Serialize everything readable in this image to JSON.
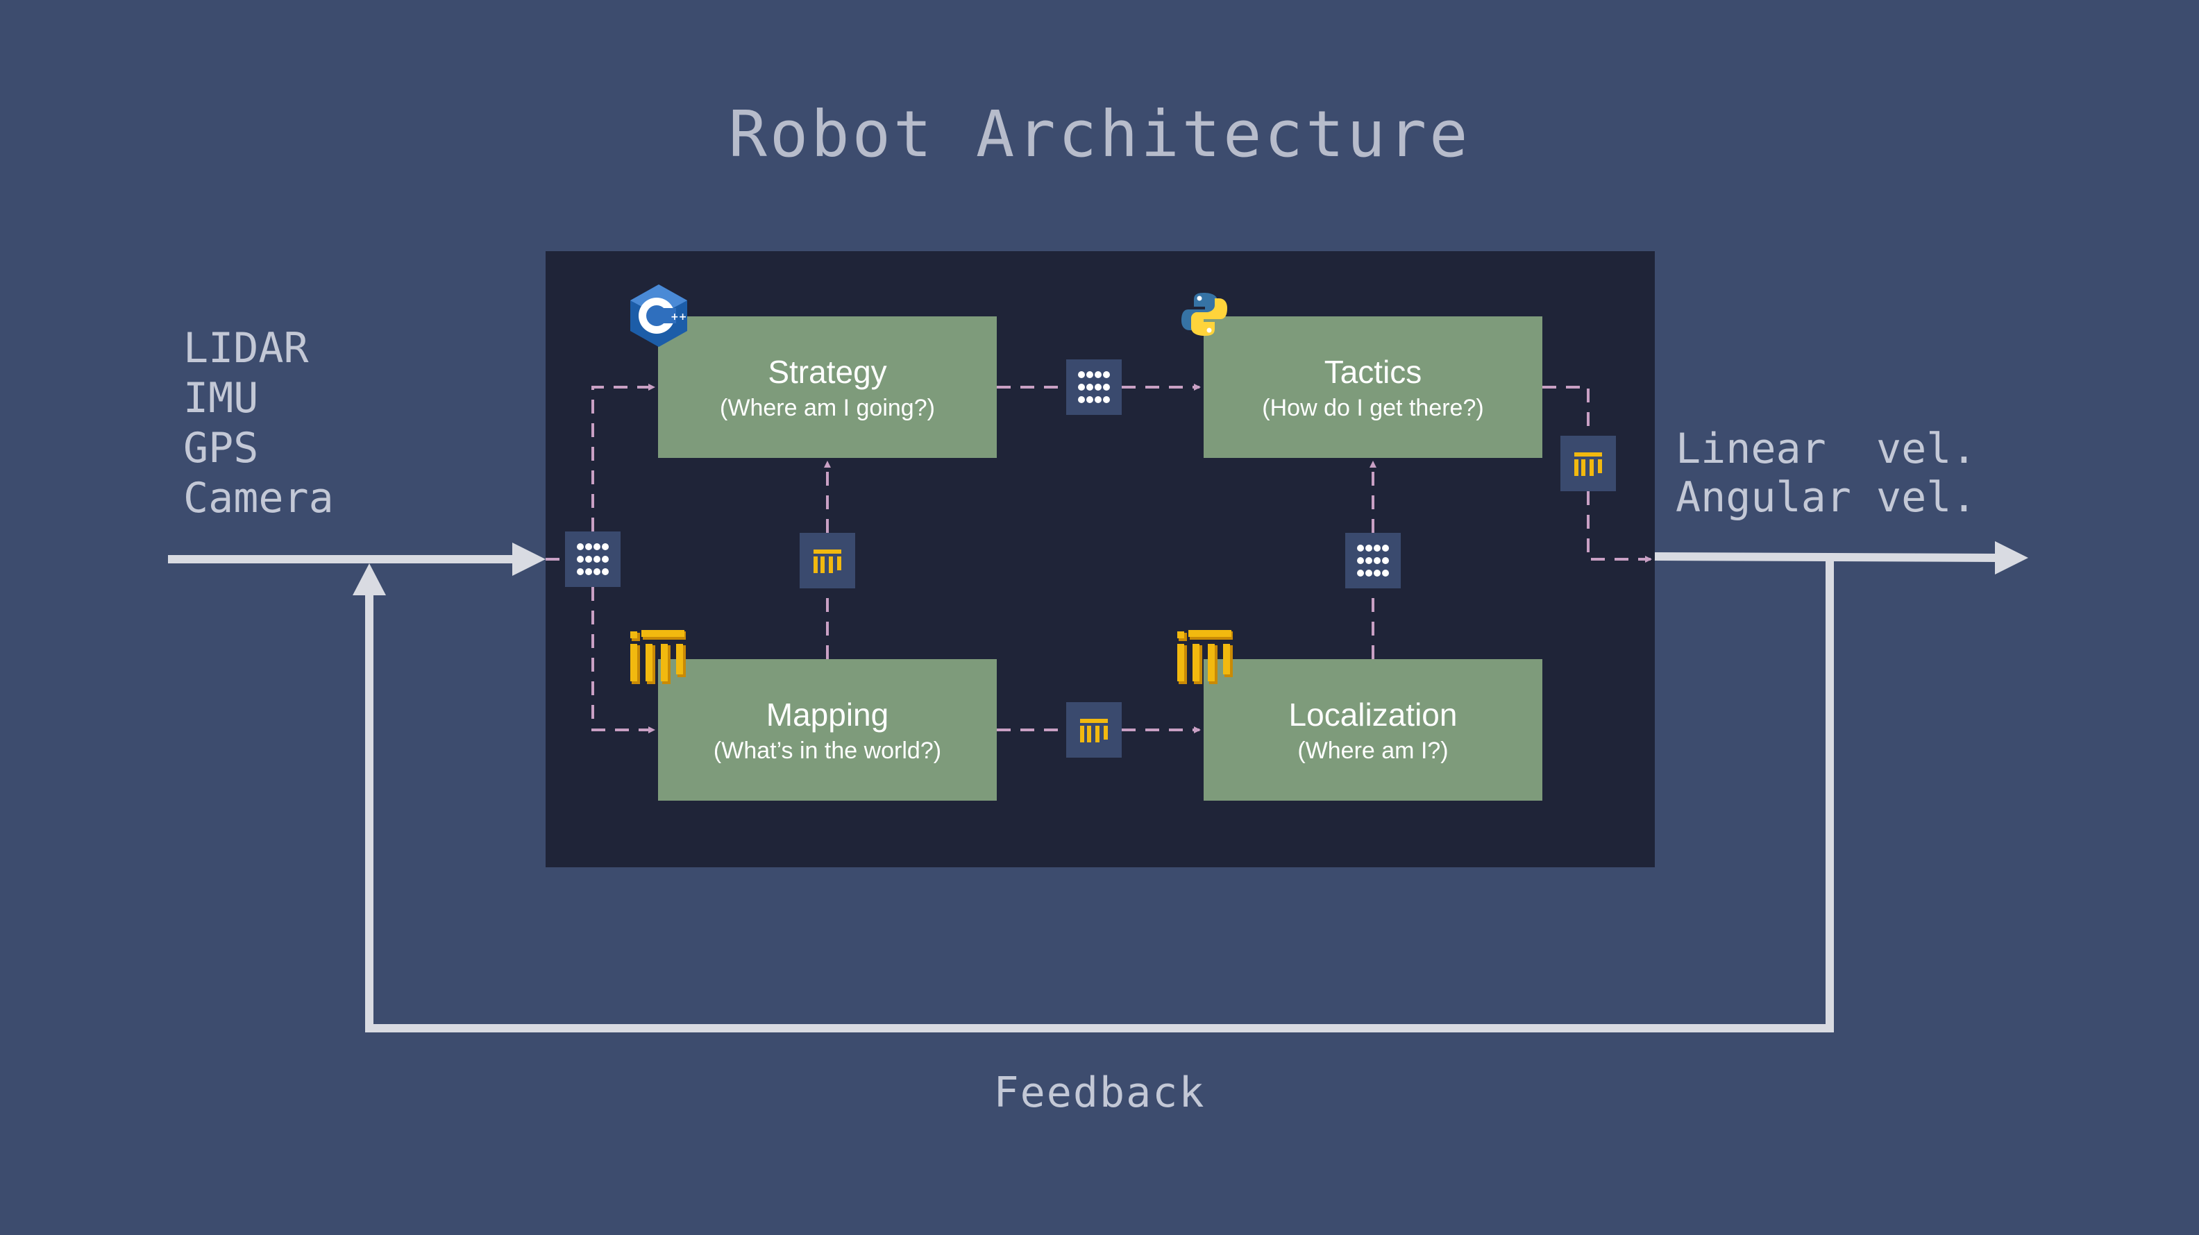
{
  "title": "Robot Architecture",
  "inputs": [
    "LIDAR",
    "IMU",
    "GPS",
    "Camera"
  ],
  "outputs": [
    "Linear  vel.",
    "Angular vel."
  ],
  "feedback_label": "Feedback",
  "modules": {
    "strategy": {
      "name": "Strategy",
      "question": "(Where am I going?)"
    },
    "tactics": {
      "name": "Tactics",
      "question": "(How do I get there?)"
    },
    "mapping": {
      "name": "Mapping",
      "question": "(What’s in the world?)"
    },
    "localization": {
      "name": "Localization",
      "question": "(Where am I?)"
    }
  },
  "language_icons": {
    "strategy": "cpp-logo-icon",
    "tactics": "python-logo-icon",
    "mapping": "ros-logo-icon",
    "localization": "ros-logo-icon"
  },
  "connectors": [
    {
      "from": "input",
      "to": "strategy",
      "via": "dots-grid-icon"
    },
    {
      "from": "input",
      "to": "mapping",
      "via": "dots-grid-icon"
    },
    {
      "from": "strategy",
      "to": "tactics",
      "via": "dots-grid-icon"
    },
    {
      "from": "mapping",
      "to": "strategy",
      "via": "ros-node-icon"
    },
    {
      "from": "mapping",
      "to": "localization",
      "via": "ros-node-icon"
    },
    {
      "from": "localization",
      "to": "tactics",
      "via": "dots-grid-icon"
    },
    {
      "from": "tactics",
      "to": "output",
      "via": "ros-node-icon"
    }
  ],
  "colors": {
    "background": "#3d4c6e",
    "core_panel": "#1f2438",
    "module_fill": "#7e9b7b",
    "node_fill": "#3a4a6e",
    "dashed_link": "#c9a0c4",
    "signal_line": "#d9dbe2",
    "ros_gold": "#f2b90f"
  }
}
